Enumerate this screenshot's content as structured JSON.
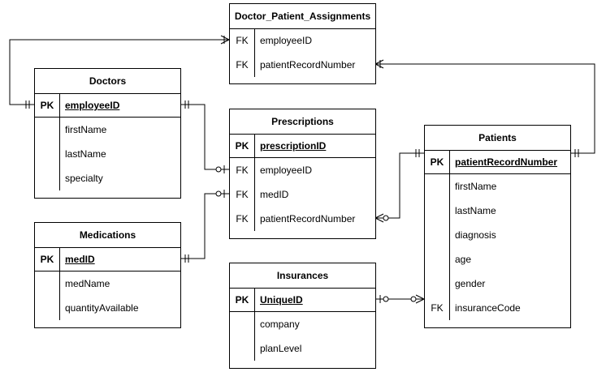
{
  "entities": {
    "assignments": {
      "title": "Doctor_Patient_Assignments",
      "rows": [
        {
          "key": "FK",
          "field": "employeeID"
        },
        {
          "key": "FK",
          "field": "patientRecordNumber"
        }
      ]
    },
    "doctors": {
      "title": "Doctors",
      "pk": {
        "key": "PK",
        "field": "employeeID"
      },
      "rows": [
        {
          "field": "firstName"
        },
        {
          "field": "lastName"
        },
        {
          "field": "specialty"
        }
      ]
    },
    "prescriptions": {
      "title": "Prescriptions",
      "pk": {
        "key": "PK",
        "field": "prescriptionID"
      },
      "rows": [
        {
          "key": "FK",
          "field": "employeeID"
        },
        {
          "key": "FK",
          "field": "medID"
        },
        {
          "key": "FK",
          "field": "patientRecordNumber"
        }
      ]
    },
    "patients": {
      "title": "Patients",
      "pk": {
        "key": "PK",
        "field": "patientRecordNumber"
      },
      "rows": [
        {
          "field": "firstName"
        },
        {
          "field": "lastName"
        },
        {
          "field": "diagnosis"
        },
        {
          "field": "age"
        },
        {
          "field": "gender"
        },
        {
          "key": "FK",
          "field": "insuranceCode"
        }
      ]
    },
    "medications": {
      "title": "Medications",
      "pk": {
        "key": "PK",
        "field": "medID"
      },
      "rows": [
        {
          "field": "medName"
        },
        {
          "field": "quantityAvailable"
        }
      ]
    },
    "insurances": {
      "title": "Insurances",
      "pk": {
        "key": "PK",
        "field": "UniqueID"
      },
      "rows": [
        {
          "field": "company"
        },
        {
          "field": "planLevel"
        }
      ]
    }
  },
  "relationships": [
    {
      "from": "doctors.employeeID",
      "to": "assignments.employeeID",
      "from_cardinality": "one-and-only-one",
      "to_cardinality": "one-or-many"
    },
    {
      "from": "patients.patientRecordNumber",
      "to": "assignments.patientRecordNumber",
      "from_cardinality": "one-and-only-one",
      "to_cardinality": "one-or-many"
    },
    {
      "from": "doctors.employeeID",
      "to": "prescriptions.employeeID",
      "from_cardinality": "one-and-only-one",
      "to_cardinality": "zero-or-one"
    },
    {
      "from": "medications.medID",
      "to": "prescriptions.medID",
      "from_cardinality": "one-and-only-one",
      "to_cardinality": "zero-or-one"
    },
    {
      "from": "patients.patientRecordNumber",
      "to": "prescriptions.patientRecordNumber",
      "from_cardinality": "one-and-only-one",
      "to_cardinality": "zero-or-many"
    },
    {
      "from": "insurances.UniqueID",
      "to": "patients.insuranceCode",
      "from_cardinality": "zero-or-one",
      "to_cardinality": "zero-or-many"
    }
  ]
}
